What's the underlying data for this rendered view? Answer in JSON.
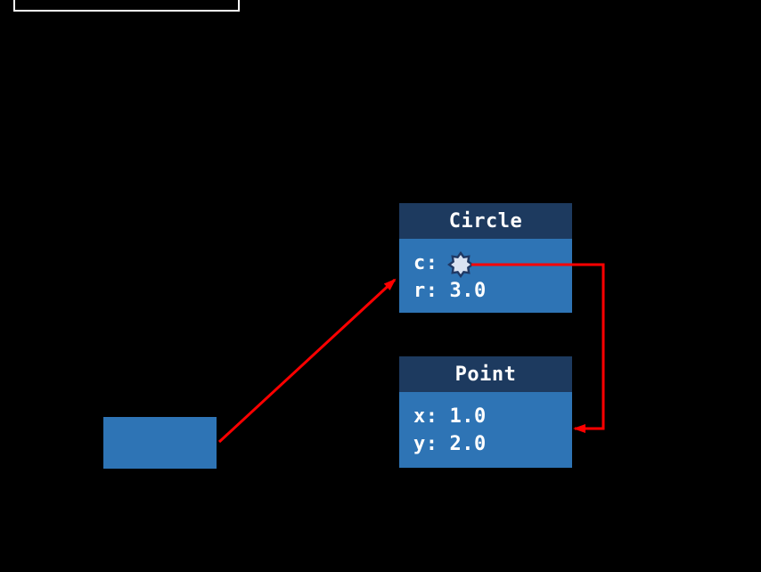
{
  "colors": {
    "background": "#000000",
    "object_header": "#1D3A5F",
    "object_body": "#2E74B5",
    "text": "#FFFFFF",
    "arrow": "#FF0000",
    "star_fill": "#D9E2F2",
    "star_stroke": "#1F3864",
    "outline": "#FFFFFF"
  },
  "objects": {
    "circle": {
      "title": "Circle",
      "fields": [
        {
          "label": "c:",
          "value": ""
        },
        {
          "label": "r:",
          "value": "3.0"
        }
      ]
    },
    "point": {
      "title": "Point",
      "fields": [
        {
          "label": "x:",
          "value": "1.0"
        },
        {
          "label": "y:",
          "value": "2.0"
        }
      ]
    }
  },
  "icons": {
    "star": "star-burst-reference-icon"
  }
}
